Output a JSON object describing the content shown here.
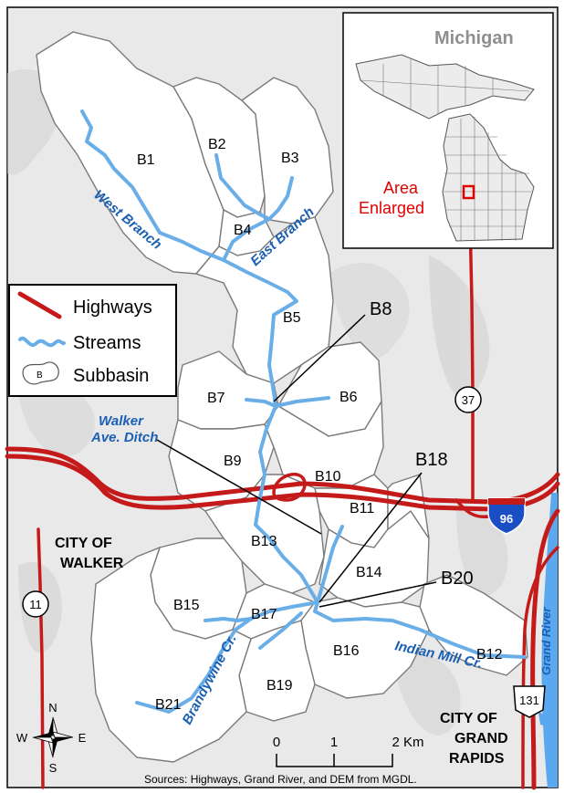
{
  "subbasins": [
    "B1",
    "B2",
    "B3",
    "B4",
    "B5",
    "B6",
    "B7",
    "B9",
    "B10",
    "B11",
    "B12",
    "B13",
    "B14",
    "B15",
    "B16",
    "B17",
    "B19",
    "B21"
  ],
  "callouts": {
    "b8": "B8",
    "b18": "B18",
    "b20": "B20"
  },
  "streams": {
    "west_branch": "West Branch",
    "east_branch": "East Branch",
    "walker_ditch_1": "Walker",
    "walker_ditch_2": "Ave. Ditch",
    "brandywine": "Brandywine Cr.",
    "indian_mill": "Indian Mill Cr.",
    "grand_river": "Grand River"
  },
  "cities": {
    "walker_1": "CITY OF",
    "walker_2": "WALKER",
    "gr_1": "CITY OF",
    "gr_2": "GRAND",
    "gr_3": "RAPIDS"
  },
  "routes": {
    "r37": "37",
    "r11": "11",
    "r96": "96",
    "r131": "131"
  },
  "inset": {
    "title": "Michigan",
    "label_1": "Area",
    "label_2": "Enlarged"
  },
  "legend": {
    "highways": "Highways",
    "streams": "Streams",
    "subbasin": "Subbasin",
    "subbasin_symbol": "B"
  },
  "compass": {
    "n": "N",
    "s": "S",
    "e": "E",
    "w": "W"
  },
  "scale": {
    "t0": "0",
    "t1": "1",
    "t2": "2 Km"
  },
  "source": "Sources: Highways, Grand River, and DEM from MGDL.",
  "colors": {
    "highway": "#c41a1a",
    "stream": "#6aaee8",
    "stream_label": "#1a5fb4",
    "inset_marker": "#e00000"
  }
}
